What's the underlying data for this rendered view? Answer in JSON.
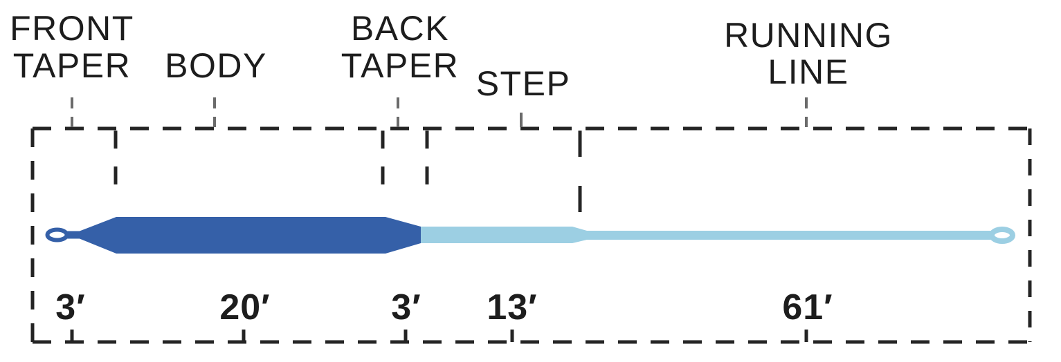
{
  "diagram": {
    "type": "fly-line-taper-profile",
    "sections": [
      {
        "id": "front-taper",
        "label_line1": "FRONT",
        "label_line2": "TAPER",
        "length_label": "3′",
        "length_feet": 3
      },
      {
        "id": "body",
        "label_line1": "BODY",
        "label_line2": "",
        "length_label": "20′",
        "length_feet": 20
      },
      {
        "id": "back-taper",
        "label_line1": "BACK",
        "label_line2": "TAPER",
        "length_label": "3′",
        "length_feet": 3
      },
      {
        "id": "step",
        "label_line1": "STEP",
        "label_line2": "",
        "length_label": "13′",
        "length_feet": 13
      },
      {
        "id": "running-line",
        "label_line1": "RUNNING",
        "label_line2": "LINE",
        "length_label": "61′",
        "length_feet": 61
      }
    ],
    "colors": {
      "head": "#3560A8",
      "running": "#9CCFE3",
      "dash": "#242424",
      "pointer": "#6B6B6B",
      "text": "#1D1D1D"
    }
  }
}
